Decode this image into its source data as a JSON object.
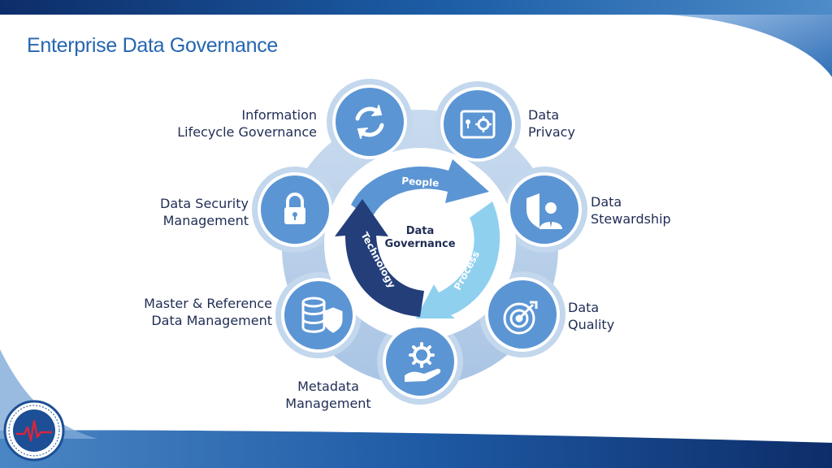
{
  "slide": {
    "title": "Enterprise Data Governance"
  },
  "diagram": {
    "center": {
      "line1": "Data",
      "line2": "Governance"
    },
    "cycle": [
      "People",
      "Process",
      "Technology"
    ],
    "components": [
      {
        "line1": "Information",
        "line2": "Lifecycle Governance",
        "icon": "refresh-arrows-icon"
      },
      {
        "line1": "Data",
        "line2": "Privacy",
        "icon": "safe-gear-icon"
      },
      {
        "line1": "Data",
        "line2": "Stewardship",
        "icon": "shield-person-icon"
      },
      {
        "line1": "Data",
        "line2": "Quality",
        "icon": "target-arrow-icon"
      },
      {
        "line1": "Metadata",
        "line2": "Management",
        "icon": "hand-gear-icon"
      },
      {
        "line1": "Master & Reference",
        "line2": "Data Management",
        "icon": "database-shield-icon"
      },
      {
        "line1": "Data Security",
        "line2": "Management",
        "icon": "padlock-icon"
      }
    ]
  },
  "logo": {
    "icon": "agency-seal-icon"
  },
  "colors": {
    "title": "#2566b0",
    "node_fill": "#5b95d4",
    "ring": "#b9cfe9",
    "people_arrow": "#5b95d4",
    "process_arrow": "#8fd0ef",
    "technology_arrow": "#233e79",
    "text_dark": "#1f2d54"
  }
}
